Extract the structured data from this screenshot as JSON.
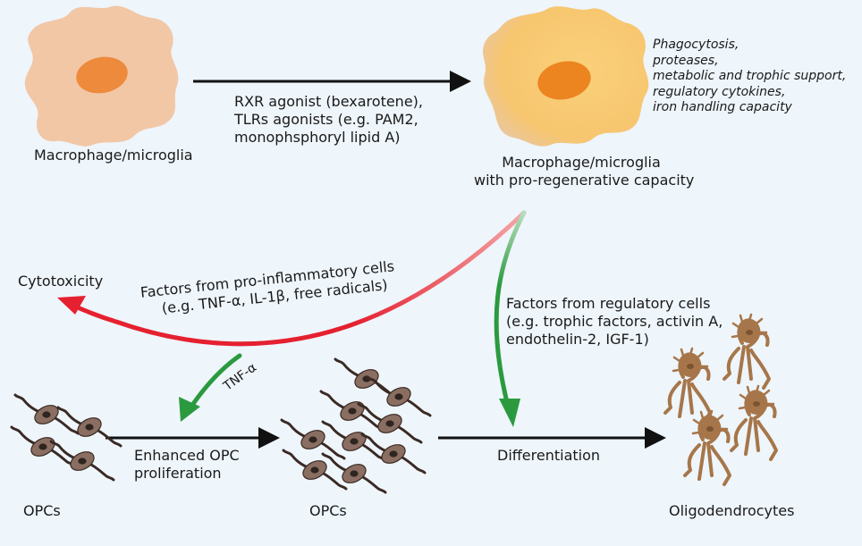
{
  "diagram": {
    "macrophage_label": "Macrophage/microglia",
    "activation_arrow": {
      "lines": [
        "RXR agonist (bexarotene),",
        "TLRs agonists (e.g. PAM2,",
        "monophsphoryl lipid A)"
      ]
    },
    "functions": {
      "lines": [
        "Phagocytosis,",
        "proteases,",
        "metabolic and trophic support,",
        "regulatory cytokines,",
        "iron handling capacity"
      ]
    },
    "regenerative_label": {
      "lines": [
        "Macrophage/microglia",
        "with pro-regenerative capacity"
      ]
    },
    "cytotoxicity_label": "Cytotoxicity",
    "proinflammatory_factors": {
      "lines": [
        "Factors from pro-inflammatory cells",
        "(e.g. TNF-α, IL-1β, free radicals)"
      ]
    },
    "regulatory_factors": {
      "lines": [
        "Factors from regulatory cells",
        "(e.g. trophic factors, activin A,",
        "endothelin-2, IGF-1)"
      ]
    },
    "tnf_label": "TNF-α",
    "proliferation_label": {
      "lines": [
        "Enhanced OPC",
        "proliferation"
      ]
    },
    "opcs_left_label": "OPCs",
    "opcs_right_label": "OPCs",
    "differentiation_label": "Differentiation",
    "oligodendrocytes_label": "Oligodendrocytes",
    "colors": {
      "background": "#eef5fb",
      "macrophage_body": "#f2c7a6",
      "macrophage_nucleus": "#ee8a3c",
      "regenerative_body": "#f7c66f",
      "regenerative_nucleus": "#ec8420",
      "cytotoxic_arrow": "#e5202f",
      "beneficial_arrow": "#2b9a3f",
      "opc_body": "#8a6e62",
      "opc_nucleus": "#2e2520",
      "oligodendrocyte": "#a6764a",
      "arrow": "#111111"
    }
  }
}
